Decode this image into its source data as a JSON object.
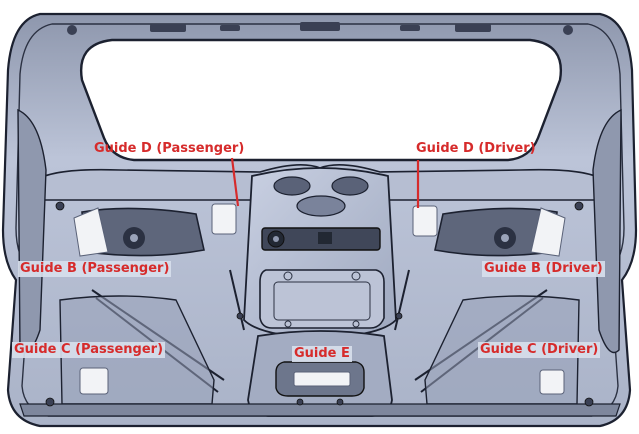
{
  "colors": {
    "label": "#d62b2b",
    "panel_light": "#cfd6e6",
    "panel_mid": "#a9b2c9",
    "panel_dark": "#6f7890",
    "outline": "#1c2130",
    "guide_block": "#f2f3f6"
  },
  "labels": {
    "guide_d_passenger": "Guide D (Passenger)",
    "guide_d_driver": "Guide D (Driver)",
    "guide_b_passenger": "Guide B (Passenger)",
    "guide_b_driver": "Guide B (Driver)",
    "guide_c_passenger": "Guide C (Passenger)",
    "guide_c_driver": "Guide C (Driver)",
    "guide_e": "Guide E"
  }
}
